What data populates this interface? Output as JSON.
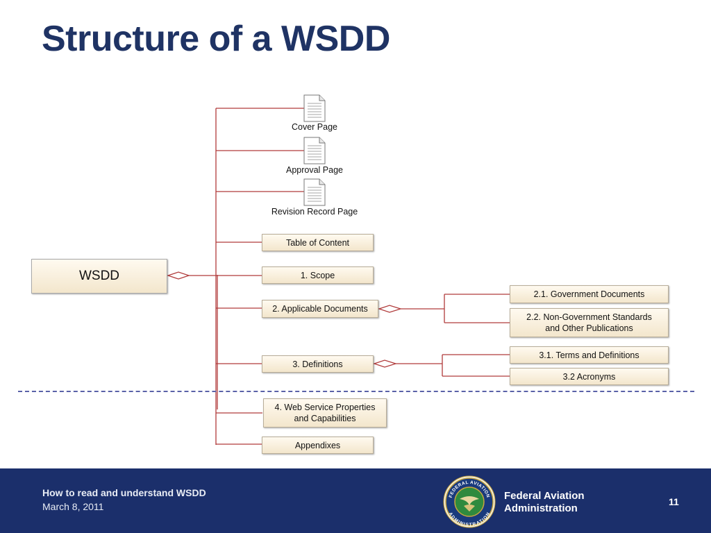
{
  "slide": {
    "title": "Structure of a WSDD"
  },
  "diagram": {
    "root": "WSDD",
    "documents": [
      "Cover Page",
      "Approval Page",
      "Revision Record Page"
    ],
    "sections": {
      "toc": "Table of Content",
      "scope": "1. Scope",
      "applicable": "2. Applicable Documents",
      "definitions": "3. Definitions",
      "web_service_line1": "4. Web Service Properties",
      "web_service_line2": "and Capabilities",
      "appendixes": "Appendixes"
    },
    "applicable_children": {
      "gov": "2.1. Government Documents",
      "nongov_line1": "2.2. Non-Government Standards",
      "nongov_line2": "and Other Publications"
    },
    "definitions_children": {
      "terms": "3.1. Terms and Definitions",
      "acronyms": "3.2 Acronyms"
    }
  },
  "footer": {
    "topic": "How to read and understand WSDD",
    "date": "March 8, 2011",
    "agency_line1": "Federal Aviation",
    "agency_line2": "Administration",
    "page_number": "11",
    "seal_text_top": "FEDERAL AVIATION",
    "seal_text_bottom": "ADMINISTRATION"
  },
  "colors": {
    "title": "#1f3364",
    "connector": "#b03a3a",
    "footer_bg": "#1b2f6b",
    "divider": "#5a62a8"
  }
}
